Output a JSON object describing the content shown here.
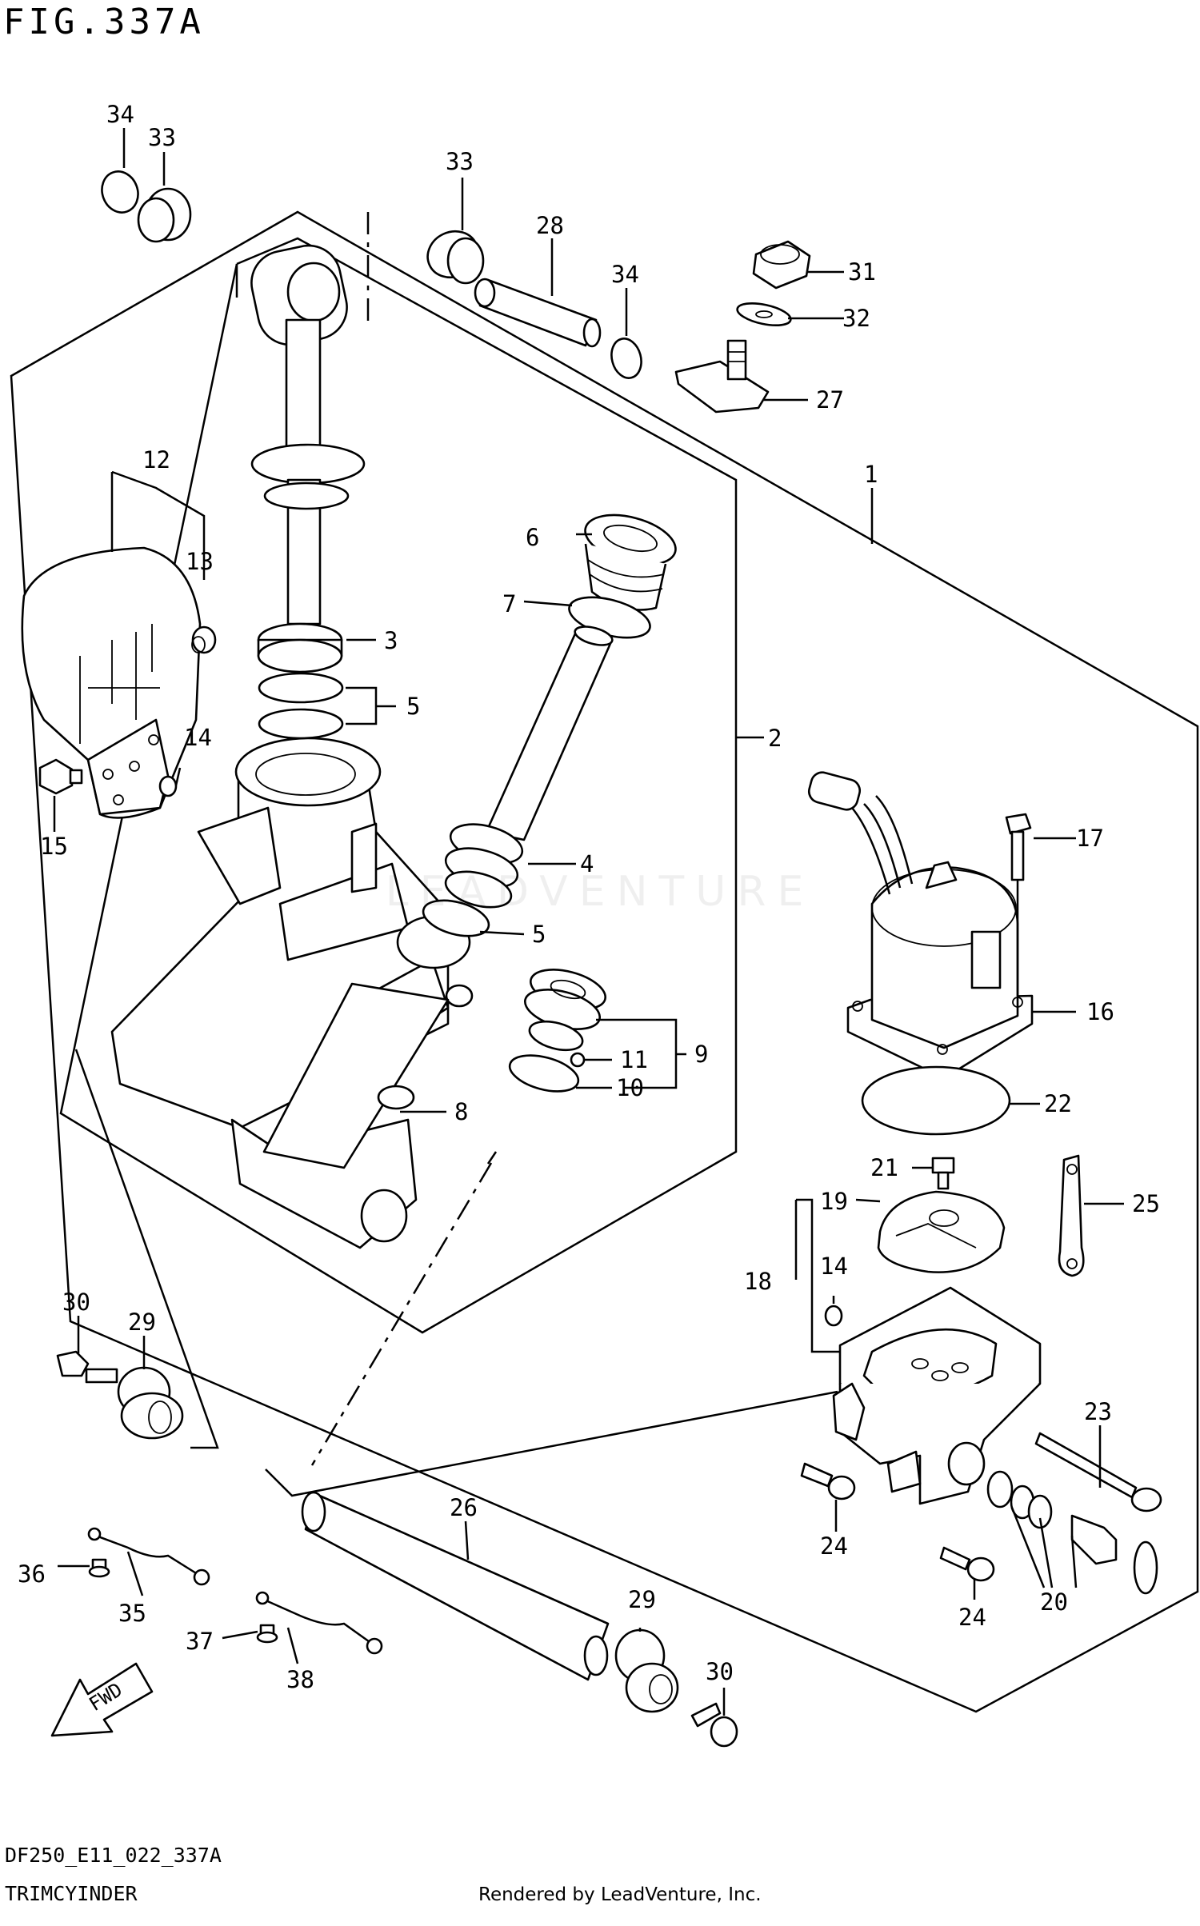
{
  "figure_title": "FIG.337A",
  "diagram_code": "DF250_E11_022_337A",
  "diagram_name": "TRIMCYINDER",
  "credit": "Rendered by LeadVenture, Inc.",
  "watermark": "LEADVENTURE",
  "fwd_label": "FWD",
  "callouts": [
    "34",
    "33",
    "33",
    "28",
    "34",
    "31",
    "32",
    "27",
    "1",
    "12",
    "13",
    "6",
    "7",
    "3",
    "5",
    "2",
    "14",
    "15",
    "17",
    "4",
    "5",
    "16",
    "9",
    "11",
    "10",
    "8",
    "22",
    "21",
    "25",
    "19",
    "14",
    "18",
    "30",
    "29",
    "23",
    "24",
    "26",
    "36",
    "35",
    "20",
    "29",
    "37",
    "24",
    "30",
    "38"
  ]
}
